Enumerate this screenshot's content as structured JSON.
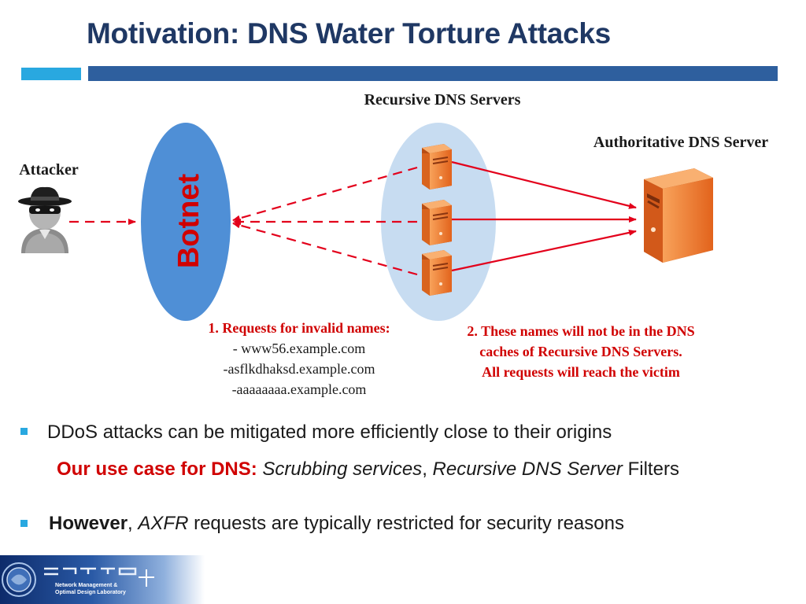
{
  "slide": {
    "title": "Motivation: DNS Water Torture Attacks"
  },
  "diagram": {
    "recursive_label": "Recursive DNS Servers",
    "authoritative_label": "Authoritative DNS Server",
    "attacker_label": "Attacker",
    "botnet_label": "Botnet",
    "note1": {
      "line1": "1. Requests for invalid names:",
      "line2": "- www56.example.com",
      "line3": "-asflkdhaksd.example.com",
      "line4": "-aaaaaaaa.example.com"
    },
    "note2": {
      "line1": "2. These names will not be in the DNS",
      "line2": "caches of Recursive DNS Servers.",
      "line3": "All requests will reach the victim"
    },
    "colors": {
      "arrow": "#e3001b",
      "botnet_fill": "#4f8fd6",
      "cloud_fill": "#c7dcf1",
      "server": "#f07b2b",
      "note_text": "#d00000"
    }
  },
  "bullets": {
    "b1_text": "DDoS attacks can be mitigated more efficiently close to their origins",
    "b1_sub_red": "Our use case for DNS:",
    "b1_sub_ital1": "Scrubbing services",
    "b1_sub_comma": ",",
    "b1_sub_ital2": "Recursive DNS Server",
    "b1_sub_tail": "Filters",
    "b2_bold": "However",
    "b2_comma": ",",
    "b2_ital": "AXFR",
    "b2_rest": "requests are typically restricted for security reasons"
  },
  "footer": {
    "logo_line1": "Network Management &",
    "logo_line2": "Optimal Design Laboratory"
  }
}
